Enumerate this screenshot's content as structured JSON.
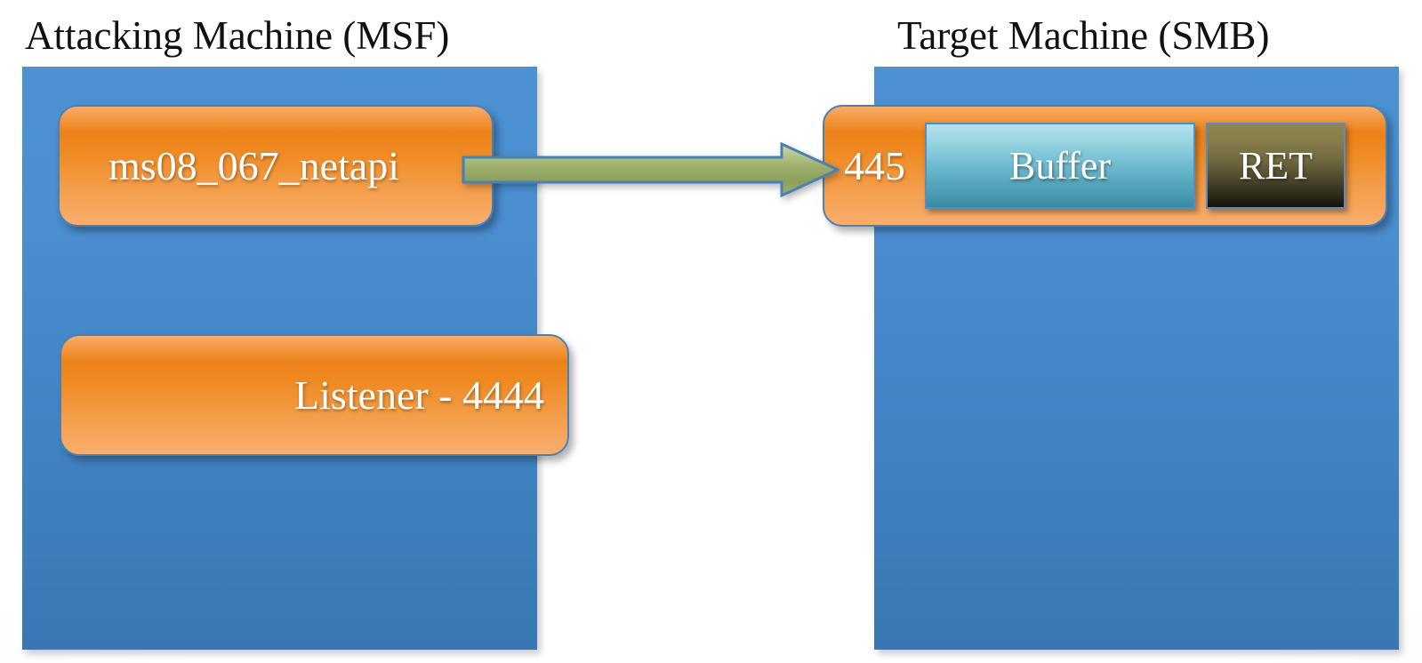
{
  "diagram": {
    "title_left": "Attacking Machine (MSF)",
    "title_right": "Target Machine (SMB)",
    "attacking_machine": {
      "exploit_module": "ms08_067_netapi",
      "listener": "Listener - 4444"
    },
    "target_machine": {
      "port": "445",
      "memory_blocks": [
        {
          "label": "Buffer"
        },
        {
          "label": "RET"
        }
      ]
    },
    "arrow": {
      "name": "exploit-flow-arrow",
      "direction": "left-to-right"
    },
    "colors": {
      "panel_blue": "#4a8ecf",
      "box_orange": "#ec8219",
      "buffer_teal": "#79c2d4",
      "ret_olive": "#877e4c",
      "arrow_olive": "#9fae6d",
      "border_blue": "#4a80b4",
      "background": "#ffffff",
      "title_text": "#101010",
      "box_text": "#ffffff"
    }
  }
}
